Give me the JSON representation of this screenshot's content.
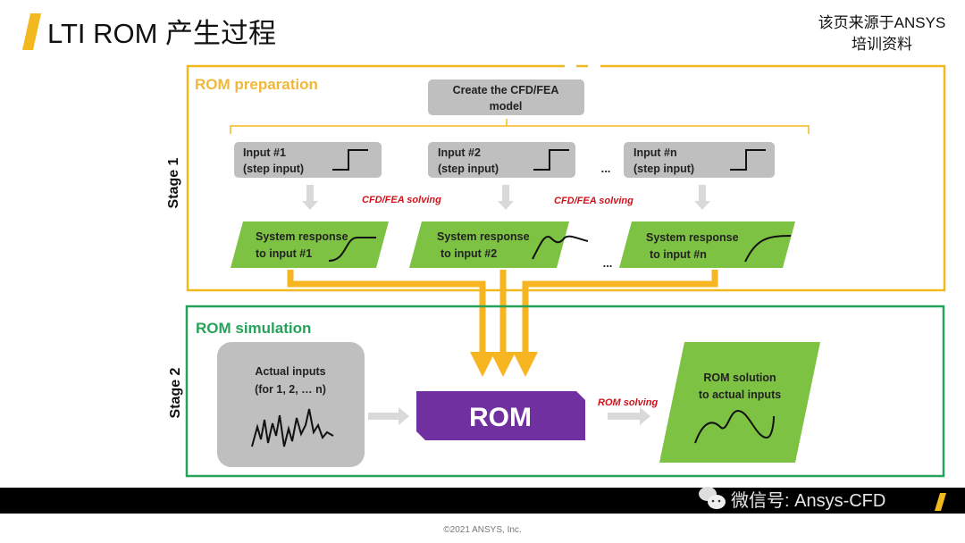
{
  "title": "LTI ROM 产生过程",
  "source_note": {
    "line1": "该页来源于ANSYS",
    "line2": "培训资料"
  },
  "stage1": {
    "label": "Stage 1",
    "section_title": "ROM preparation",
    "create_model": {
      "line1": "Create the CFD/FEA",
      "line2": "model"
    },
    "inputs": [
      {
        "line1": "Input #1",
        "line2": "(step input)"
      },
      {
        "line1": "Input #2",
        "line2": "(step input)"
      },
      {
        "line1": "Input #n",
        "line2": "(step input)"
      }
    ],
    "ellipsis": "...",
    "solving_label": "CFD/FEA solving",
    "responses": [
      {
        "line1": "System response",
        "line2": "to input #1"
      },
      {
        "line1": "System response",
        "line2": "to input #2"
      },
      {
        "line1": "System response",
        "line2": "to input #n"
      }
    ]
  },
  "stage2": {
    "label": "Stage 2",
    "section_title": "ROM simulation",
    "actual_inputs": {
      "line1": "Actual inputs",
      "line2": "(for 1, 2, … n)"
    },
    "rom": "ROM",
    "rom_solving": "ROM solving",
    "solution": {
      "line1": "ROM solution",
      "line2": "to actual inputs"
    }
  },
  "footer": {
    "watermark": "微信号: Ansys-CFD",
    "logo": "Ansys",
    "copyright": "©2021 ANSYS, Inc."
  },
  "colors": {
    "stage1": "#f2b91e",
    "stage2": "#27a25a",
    "gray_box": "#bfbfbf",
    "green_box": "#7dc242",
    "rom": "#7030a0",
    "solving_text": "#d0121b",
    "flow_arrow": "#f7b521"
  }
}
